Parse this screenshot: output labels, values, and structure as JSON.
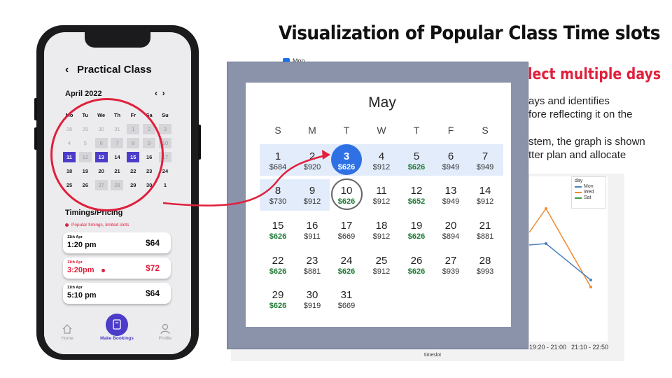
{
  "slide": {
    "title": "Visualization of Popular Class Time slots",
    "red_heading": "lect multiple days",
    "lines": [
      "ays and identifies",
      "fore reflecting it on the",
      "stem, the graph is shown",
      "tter plan and allocate"
    ],
    "mon_checkbox_label": "Mon"
  },
  "phone": {
    "title": "Practical Class",
    "back_icon": "chevron-left-icon",
    "month": "April 2022",
    "prev_icon": "chevron-left-icon",
    "next_icon": "chevron-right-icon",
    "mini_calendar": {
      "weekdays": [
        "Mo",
        "Tu",
        "We",
        "Th",
        "Fr",
        "Sa",
        "Su"
      ],
      "weeks": [
        [
          {
            "d": "28",
            "s": "muted"
          },
          {
            "d": "29",
            "s": "muted"
          },
          {
            "d": "30",
            "s": "muted"
          },
          {
            "d": "31",
            "s": "muted"
          },
          {
            "d": "1",
            "s": "grey"
          },
          {
            "d": "2",
            "s": "grey"
          },
          {
            "d": "3",
            "s": "grey"
          }
        ],
        [
          {
            "d": "4",
            "s": "muted"
          },
          {
            "d": "5",
            "s": "muted"
          },
          {
            "d": "6",
            "s": "grey"
          },
          {
            "d": "7",
            "s": "grey"
          },
          {
            "d": "8",
            "s": "grey"
          },
          {
            "d": "9",
            "s": "grey"
          },
          {
            "d": "10",
            "s": "grey"
          }
        ],
        [
          {
            "d": "11",
            "s": "sel"
          },
          {
            "d": "12",
            "s": "grey"
          },
          {
            "d": "13",
            "s": "sel"
          },
          {
            "d": "14",
            "s": ""
          },
          {
            "d": "15",
            "s": "sel"
          },
          {
            "d": "16",
            "s": ""
          },
          {
            "d": "17",
            "s": "grey"
          }
        ],
        [
          {
            "d": "18",
            "s": ""
          },
          {
            "d": "19",
            "s": ""
          },
          {
            "d": "20",
            "s": ""
          },
          {
            "d": "21",
            "s": ""
          },
          {
            "d": "22",
            "s": ""
          },
          {
            "d": "23",
            "s": ""
          },
          {
            "d": "24",
            "s": ""
          }
        ],
        [
          {
            "d": "25",
            "s": ""
          },
          {
            "d": "26",
            "s": ""
          },
          {
            "d": "27",
            "s": "grey"
          },
          {
            "d": "28",
            "s": "grey"
          },
          {
            "d": "29",
            "s": ""
          },
          {
            "d": "30",
            "s": ""
          },
          {
            "d": "1",
            "s": ""
          }
        ]
      ]
    },
    "timings_label": "Timings/Pricing",
    "popular_note": "Popular timings, limited slots",
    "slots": [
      {
        "date": "11th Apr",
        "time": "1:20 pm",
        "price": "$64",
        "popular": false
      },
      {
        "date": "11th Apr",
        "time": "3:20pm",
        "price": "$72",
        "popular": true
      },
      {
        "date": "11th Apr",
        "time": "5:10 pm",
        "price": "$64",
        "popular": false
      }
    ],
    "tabs": [
      {
        "label": "Home",
        "icon": "home-icon"
      },
      {
        "label": "Make Bookings",
        "icon": "booking-icon"
      },
      {
        "label": "Profile",
        "icon": "profile-icon"
      }
    ]
  },
  "big_calendar": {
    "month": "May",
    "weekdays": [
      "S",
      "M",
      "T",
      "W",
      "T",
      "F",
      "S"
    ],
    "days": [
      {
        "d": "1",
        "p": "$684",
        "g": false
      },
      {
        "d": "2",
        "p": "$920",
        "g": false
      },
      {
        "d": "3",
        "p": "$626",
        "g": true
      },
      {
        "d": "4",
        "p": "$912",
        "g": false
      },
      {
        "d": "5",
        "p": "$626",
        "g": true
      },
      {
        "d": "6",
        "p": "$949",
        "g": false
      },
      {
        "d": "7",
        "p": "$949",
        "g": false
      },
      {
        "d": "8",
        "p": "$730",
        "g": false
      },
      {
        "d": "9",
        "p": "$912",
        "g": false
      },
      {
        "d": "10",
        "p": "$626",
        "g": true
      },
      {
        "d": "11",
        "p": "$912",
        "g": false
      },
      {
        "d": "12",
        "p": "$652",
        "g": true
      },
      {
        "d": "13",
        "p": "$949",
        "g": false
      },
      {
        "d": "14",
        "p": "$912",
        "g": false
      },
      {
        "d": "15",
        "p": "$626",
        "g": true
      },
      {
        "d": "16",
        "p": "$911",
        "g": false
      },
      {
        "d": "17",
        "p": "$669",
        "g": false
      },
      {
        "d": "18",
        "p": "$912",
        "g": false
      },
      {
        "d": "19",
        "p": "$626",
        "g": true
      },
      {
        "d": "20",
        "p": "$894",
        "g": false
      },
      {
        "d": "21",
        "p": "$881",
        "g": false
      },
      {
        "d": "22",
        "p": "$626",
        "g": true
      },
      {
        "d": "23",
        "p": "$881",
        "g": false
      },
      {
        "d": "24",
        "p": "$626",
        "g": true
      },
      {
        "d": "25",
        "p": "$912",
        "g": false
      },
      {
        "d": "26",
        "p": "$626",
        "g": true
      },
      {
        "d": "27",
        "p": "$939",
        "g": false
      },
      {
        "d": "28",
        "p": "$993",
        "g": false
      },
      {
        "d": "29",
        "p": "$626",
        "g": true
      },
      {
        "d": "30",
        "p": "$919",
        "g": false
      },
      {
        "d": "31",
        "p": "$669",
        "g": false
      }
    ],
    "selected_day": "3",
    "ringed_day": "10",
    "colors": {
      "selected": "#2f71e4",
      "green_price": "#1e7b34",
      "range_band": "#e3ecfb"
    }
  },
  "background_chart": {
    "legend_title": "day",
    "series": [
      {
        "name": "Mon",
        "color": "#4a7fc0"
      },
      {
        "name": "Wed",
        "color": "#f28a2e"
      },
      {
        "name": "Sat",
        "color": "#3a9a4a"
      }
    ],
    "xticks": [
      "19:20 - 21:00",
      "21:10 - 22:50"
    ],
    "xlabel": "timeslot"
  }
}
